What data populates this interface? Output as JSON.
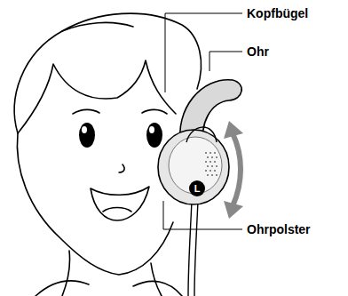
{
  "diagram": {
    "nodes": [
      {
        "text": [
          "L"
        ]
      }
    ],
    "labels": [
      "Kopfbügel",
      "Ohr",
      "Ohrpolster"
    ]
  }
}
